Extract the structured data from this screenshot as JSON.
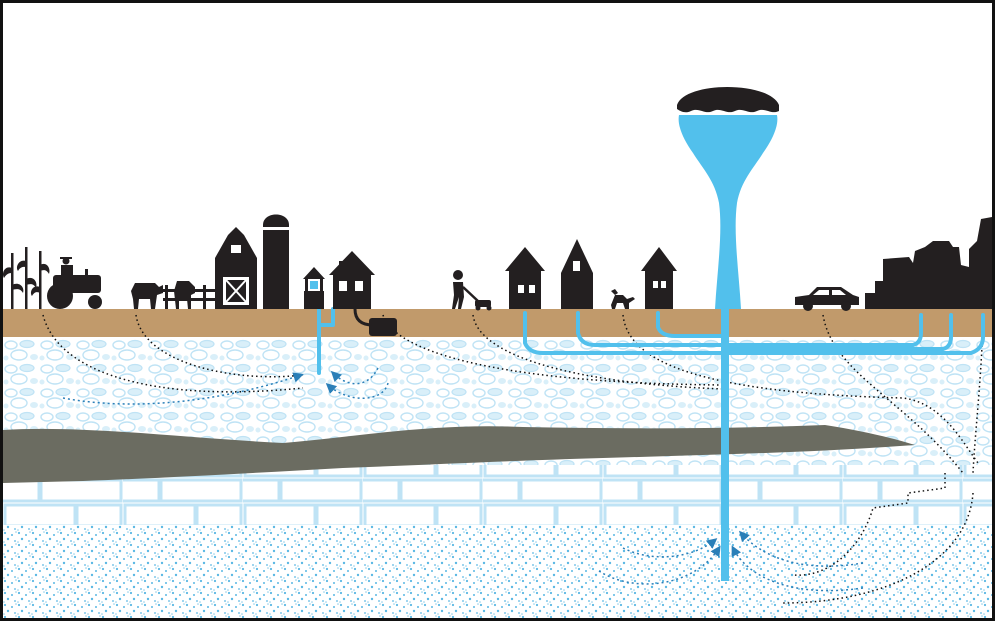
{
  "diagram": {
    "caption": "",
    "layers": [
      {
        "name": "topsoil",
        "color": "#c19a6b"
      },
      {
        "name": "gravel-aquifer",
        "color": "#bfe3f5"
      },
      {
        "name": "clay-confining-layer",
        "color": "#6b6c61"
      },
      {
        "name": "bedrock",
        "color": "#bfe3f5"
      },
      {
        "name": "sand-aquifer",
        "color": "#5bb8e4"
      }
    ],
    "colors": {
      "water": "#52c0ec",
      "silhouette": "#231f20",
      "flow_arrow_blue": "#2a7fb8",
      "flow_arrow_black": "#111111"
    },
    "scene_items": [
      {
        "name": "corn-crop-icon"
      },
      {
        "name": "tractor-icon"
      },
      {
        "name": "cow-icon"
      },
      {
        "name": "barn-icon"
      },
      {
        "name": "silo-icon"
      },
      {
        "name": "hand-pump-well-icon"
      },
      {
        "name": "farmhouse-icon"
      },
      {
        "name": "septic-tank-icon"
      },
      {
        "name": "person-mowing-icon"
      },
      {
        "name": "house-icon"
      },
      {
        "name": "dog-icon"
      },
      {
        "name": "water-tower-icon"
      },
      {
        "name": "car-icon"
      },
      {
        "name": "city-skyline-icon"
      }
    ]
  }
}
